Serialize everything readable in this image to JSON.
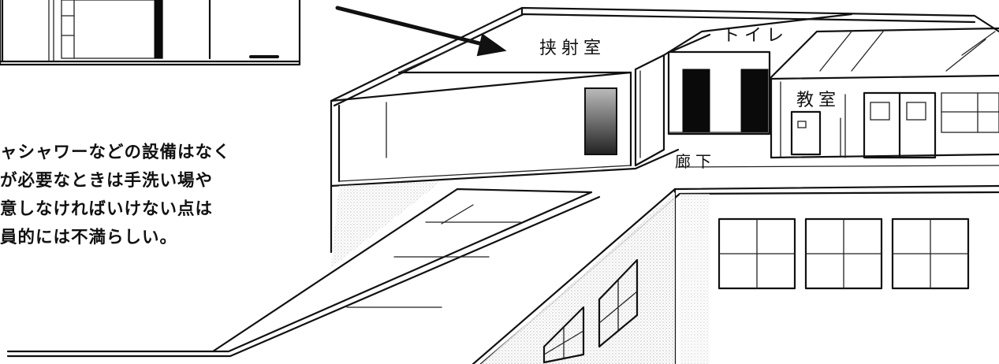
{
  "caption_lines": [
    "ャシャワーなどの設備はなく",
    "が必要なときは手洗い場や",
    "意しなければいけない点は",
    "員的には不満らしい。"
  ],
  "room_labels": {
    "room_1": "挟射室",
    "toilet": "トイレ",
    "classroom": "教室",
    "corridor": "廊下"
  }
}
